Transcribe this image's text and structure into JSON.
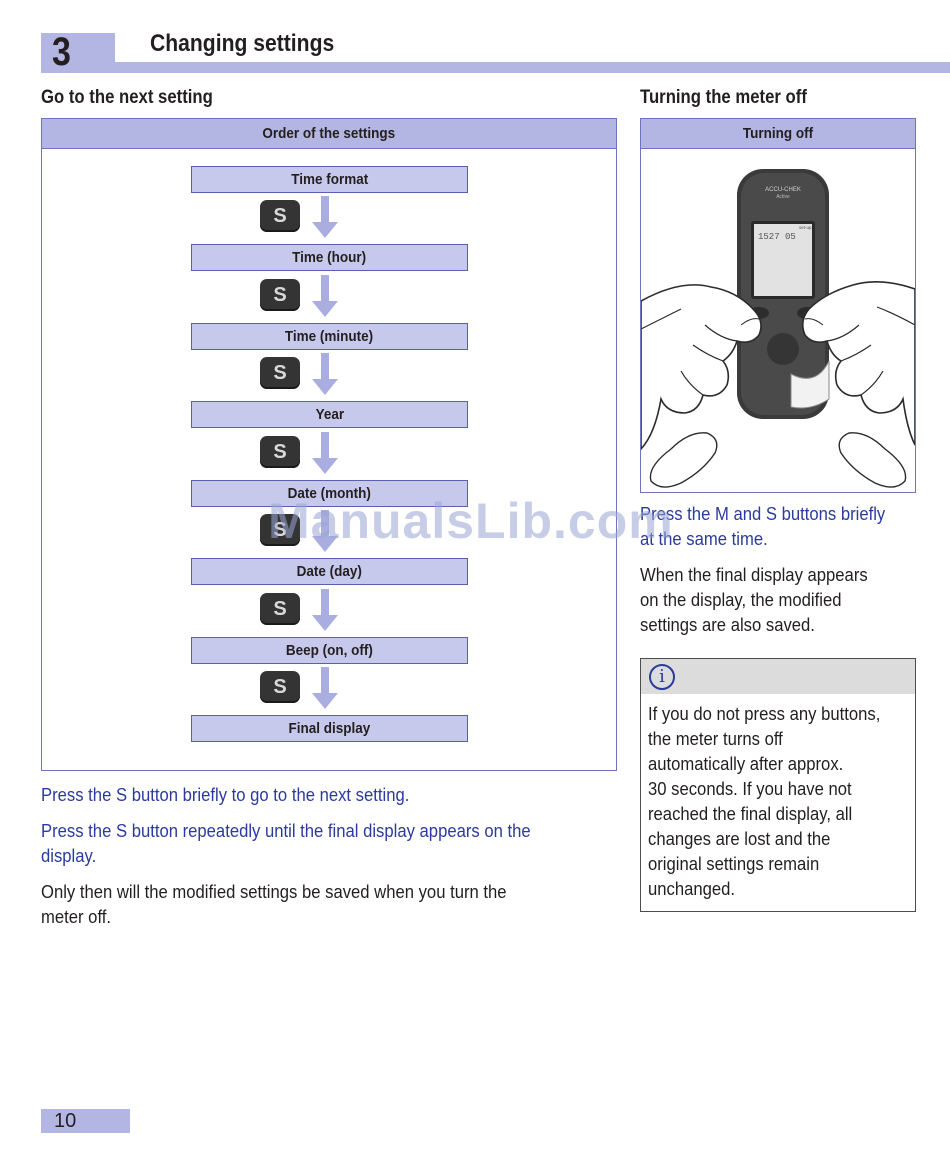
{
  "chapter": {
    "number": "3",
    "title": "Changing settings"
  },
  "left": {
    "heading": "Go to the next setting",
    "panel_title": "Order of the settings",
    "steps": [
      "Time format",
      "Time (hour)",
      "Time (minute)",
      "Year",
      "Date (month)",
      "Date (day)",
      "Beep (on, off)",
      "Final display"
    ],
    "key_label": "S",
    "instruction1": "Press the S button briefly to go to the next setting.",
    "instruction2_line1": "Press the S button repeatedly until the final display appears on the",
    "instruction2_line2": "display.",
    "note_line1": "Only then will the modified settings be saved when you turn the",
    "note_line2": "meter off."
  },
  "right": {
    "heading": "Turning the meter off",
    "panel_title": "Turning off",
    "meter_brand": "ACCU-CHEK",
    "meter_model": "Active",
    "meter_screen": "1527 05",
    "meter_screen_tag": "set-up",
    "instruction_line1": "Press the M and S buttons briefly",
    "instruction_line2": "at the same time.",
    "note_line1": "When the final display appears",
    "note_line2": "on the display, the modified",
    "note_line3": "settings are also saved.",
    "info_icon": "info-icon",
    "info_lines": [
      "If you do not press any buttons,",
      "the meter turns off",
      "automatically after approx.",
      "30 seconds. If you have not",
      "reached the final display, all",
      "changes are lost and the",
      "original settings remain",
      "unchanged."
    ]
  },
  "page_number": "10",
  "watermark": "ManualsLib.com",
  "colors": {
    "accent": "#b3b6e3",
    "blue_text": "#2b3a9e",
    "arrow": "#a9addf"
  }
}
